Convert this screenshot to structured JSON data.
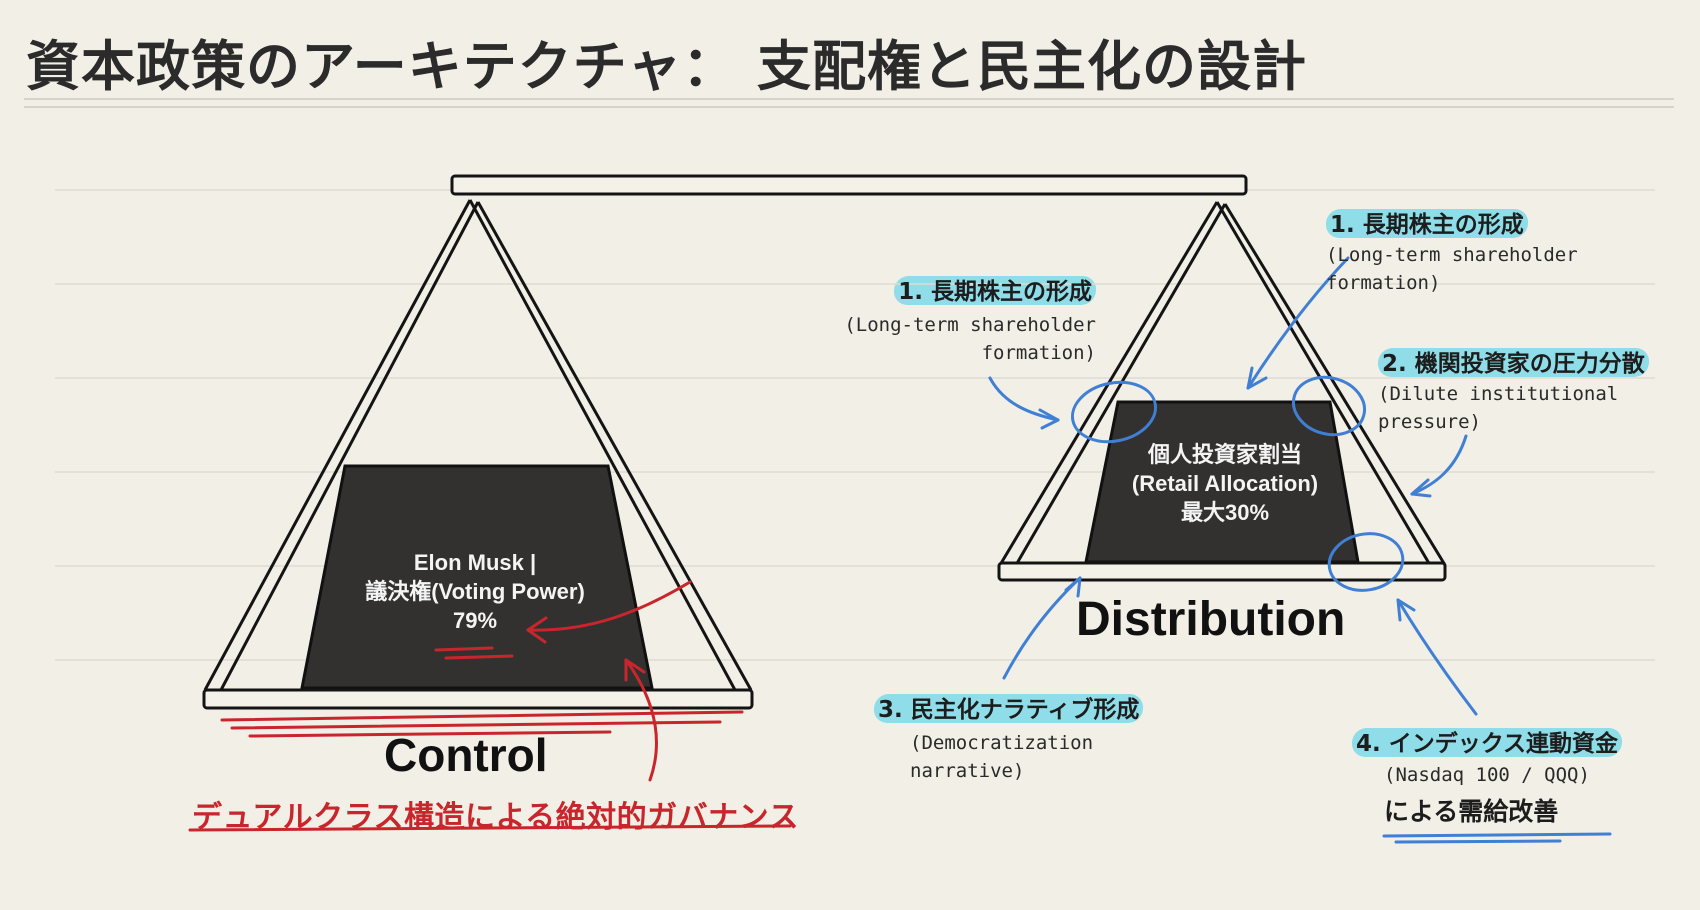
{
  "title": "資本政策のアーキテクチャ： 支配権と民主化の設計",
  "colors": {
    "background": "#f2efe6",
    "box": "#333130",
    "ink": "#111111",
    "red_accent": "#c8262c",
    "blue_accent": "#3f7fd4",
    "highlight": "#8fdde8"
  },
  "left_pan": {
    "box_line1": "Elon Musk |",
    "box_line2": "議決権(Voting Power)",
    "box_line3": "79%",
    "label": "Control",
    "sublabel": "デュアルクラス構造による絶対的ガバナンス"
  },
  "right_pan": {
    "box_line1": "個人投資家割当",
    "box_line2": "(Retail Allocation)",
    "box_line3": "最大30%",
    "label": "Distribution"
  },
  "annotations": {
    "a1_left": {
      "head": "1. 長期株主の形成",
      "sub1": "(Long-term shareholder",
      "sub2": "formation)"
    },
    "a1_right": {
      "head": "1. 長期株主の形成",
      "sub1": "(Long-term shareholder",
      "sub2": "formation)"
    },
    "a2": {
      "head": "2. 機関投資家の圧力分散",
      "sub1": "(Dilute institutional",
      "sub2": "pressure)"
    },
    "a3": {
      "head": "3. 民主化ナラティブ形成",
      "sub1": "(Democratization",
      "sub2": "narrative)"
    },
    "a4": {
      "head": "4. インデックス連動資金",
      "sub1": "(Nasdaq 100 / QQQ)",
      "extra": "による需給改善"
    }
  }
}
